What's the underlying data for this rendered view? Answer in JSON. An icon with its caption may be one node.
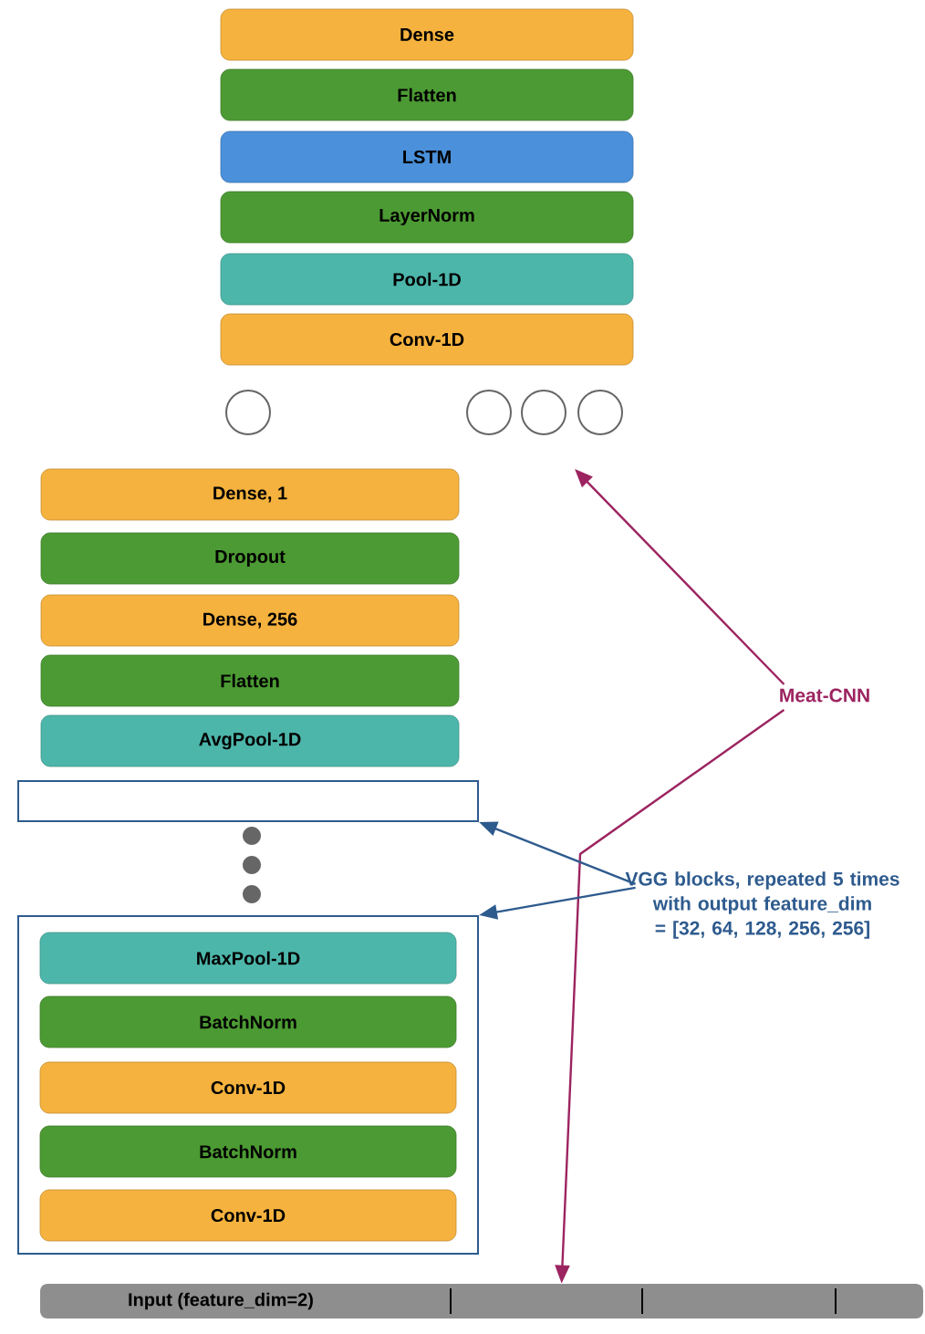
{
  "diagram": {
    "nodes": [
      {
        "text": [
          "Dense"
        ]
      },
      {
        "text": [
          "Flatten"
        ]
      },
      {
        "text": [
          "LSTM"
        ]
      },
      {
        "text": [
          "LayerNorm"
        ]
      },
      {
        "text": [
          "Pool-1D"
        ]
      },
      {
        "text": [
          "Conv-1D"
        ]
      },
      {
        "text": [],
        "shape": "circle"
      },
      {
        "text": [],
        "shape": "circle"
      },
      {
        "text": [],
        "shape": "circle"
      },
      {
        "text": [],
        "shape": "circle"
      },
      {
        "text": [
          "Dense, 1"
        ]
      },
      {
        "text": [
          "Dropout"
        ]
      },
      {
        "text": [
          "Dense, 256"
        ]
      },
      {
        "text": [
          "Flatten"
        ]
      },
      {
        "text": [
          "AvgPool-1D"
        ]
      },
      {
        "text": [
          "Meat-CNN"
        ]
      },
      {
        "text": [],
        "shape": "box"
      },
      {
        "text": [
          "VGG blocks, repeated 5 times with output feature_dim = [32, 64, 128, 256, 256]"
        ]
      },
      {
        "text": [],
        "shape": "box"
      },
      {
        "text": [
          "MaxPool-1D"
        ],
        "in": 18
      },
      {
        "text": [
          "BatchNorm"
        ],
        "in": 18
      },
      {
        "text": [
          "Conv-1D"
        ],
        "in": 18
      },
      {
        "text": [
          "BatchNorm"
        ],
        "in": 18
      },
      {
        "text": [
          "Conv-1D"
        ],
        "in": 18
      },
      {
        "text": [
          "Input (feature_dim=2)"
        ]
      }
    ],
    "edges": [
      {
        "from": 15,
        "to": null,
        "arrow": "to",
        "color": "#9c2460"
      },
      {
        "from": 15,
        "to": 24,
        "arrow": "to",
        "color": "#9c2460"
      },
      {
        "from": 17,
        "to": 16,
        "arrow": "to",
        "color": "#2e5b8e"
      },
      {
        "from": 17,
        "to": 18,
        "arrow": "to",
        "color": "#2e5b8e"
      }
    ]
  }
}
